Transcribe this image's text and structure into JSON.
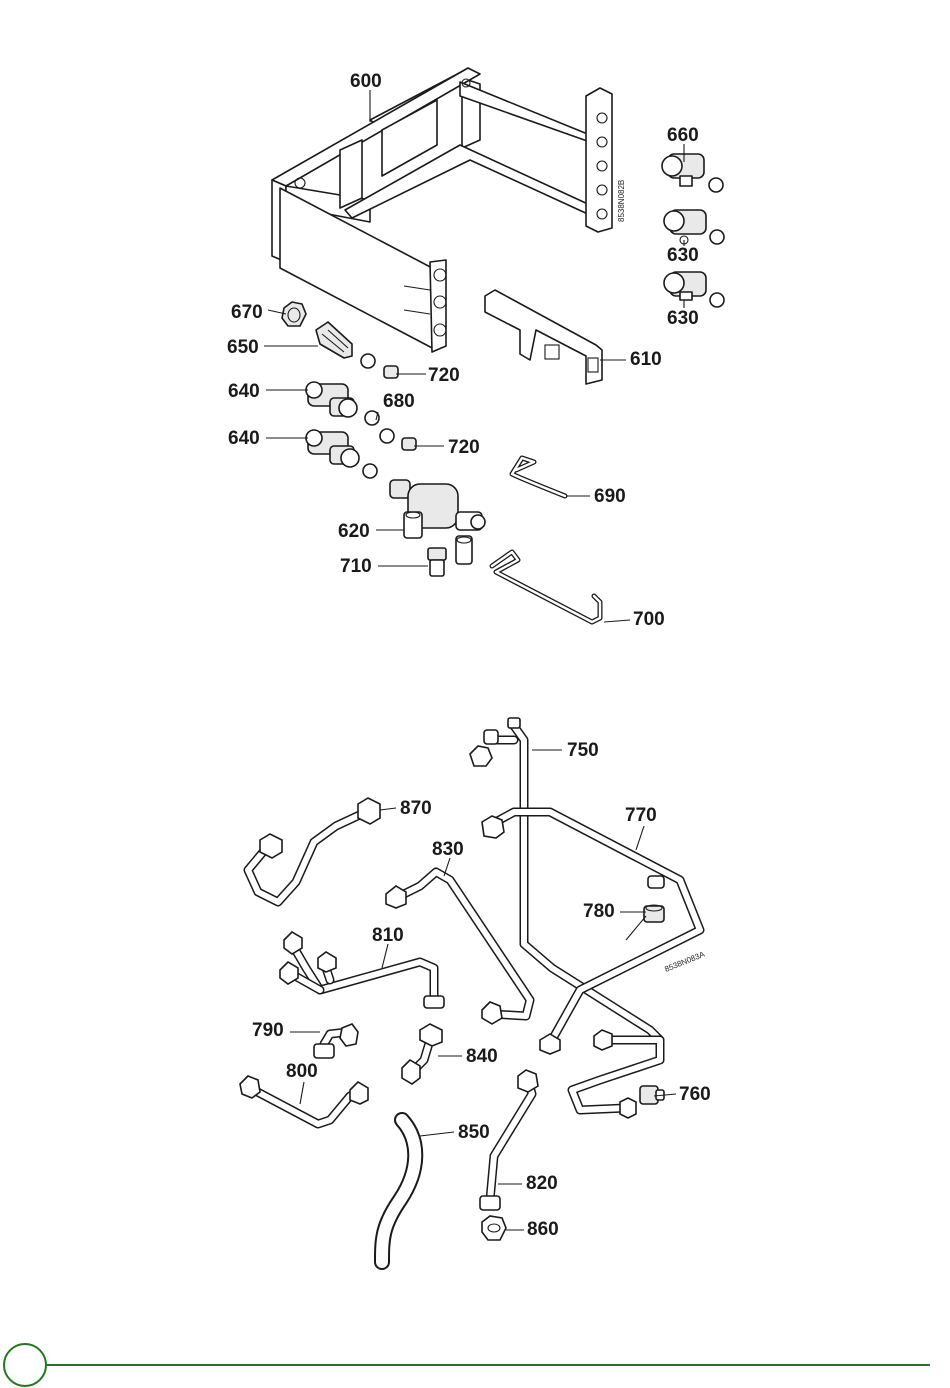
{
  "diagram_top": {
    "drawing_code": "8538N082B",
    "labels": {
      "p600": "600",
      "p610": "610",
      "p620": "620",
      "p630a": "630",
      "p630b": "630",
      "p640a": "640",
      "p640b": "640",
      "p650": "650",
      "p660": "660",
      "p670": "670",
      "p680": "680",
      "p690": "690",
      "p700": "700",
      "p710": "710",
      "p720a": "720",
      "p720b": "720"
    }
  },
  "diagram_bottom": {
    "drawing_code": "8538N083A",
    "labels": {
      "p750": "750",
      "p760": "760",
      "p770": "770",
      "p780": "780",
      "p790": "790",
      "p800": "800",
      "p810": "810",
      "p820": "820",
      "p830": "830",
      "p840": "840",
      "p850": "850",
      "p860": "860",
      "p870": "870"
    }
  },
  "footer": {
    "accent_color": "#1f7a1f"
  }
}
